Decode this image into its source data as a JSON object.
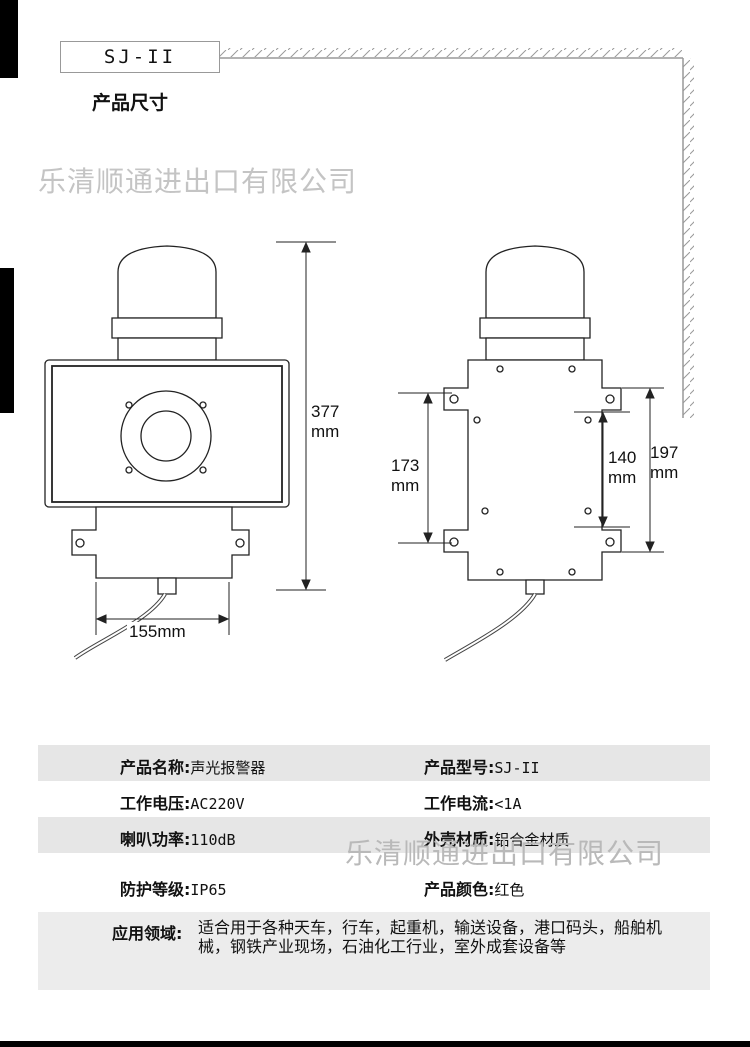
{
  "header": {
    "model_tab": "SJ-II",
    "section_title": "产品尺寸"
  },
  "watermark": "乐清顺通进出口有限公司",
  "drawing": {
    "front": {
      "height_label": "377\nmm",
      "width_label": "155mm"
    },
    "back": {
      "mount_left_label": "173\nmm",
      "mount_inner_label": "140\nmm",
      "mount_outer_label": "197\nmm"
    }
  },
  "specs": {
    "rows": [
      {
        "l_label": "产品名称:",
        "l_value": "声光报警器",
        "r_label": "产品型号:",
        "r_value": "SJ-II"
      },
      {
        "l_label": "工作电压:",
        "l_value": "AC220V",
        "r_label": "工作电流:",
        "r_value": "<1A"
      },
      {
        "l_label": "喇叭功率:",
        "l_value": "110dB",
        "r_label": "外壳材质:",
        "r_value": "铝合金材质"
      },
      {
        "l_label": "防护等级:",
        "l_value": "IP65",
        "r_label": "产品颜色:",
        "r_value": "红色"
      }
    ],
    "application": {
      "label": "应用领域:",
      "value": "适合用于各种天车，行车，起重机，输送设备，港口码头，船舶机械，钢铁产业现场，石油化工行业，室外成套设备等"
    }
  }
}
